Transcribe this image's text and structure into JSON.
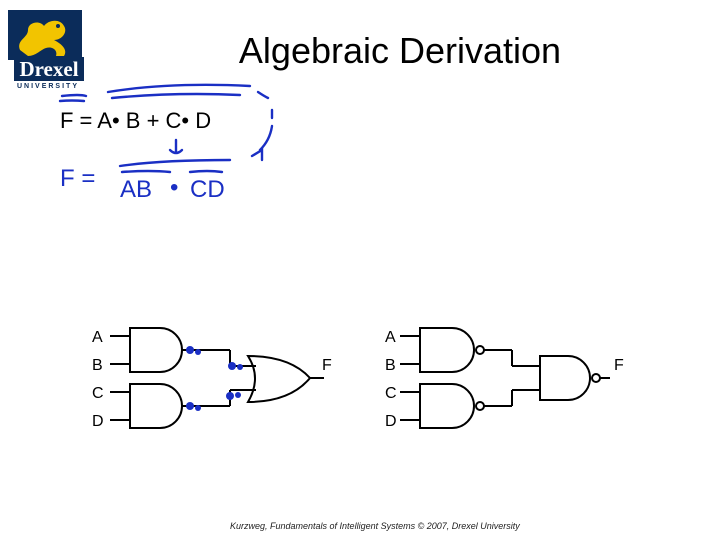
{
  "slide": {
    "title": "Algebraic Derivation",
    "equation": "F = A• B + C• D",
    "footer": "Kurzweg, Fundamentals of Intelligent Systems © 2007, Drexel University"
  },
  "logo": {
    "name": "Drexel",
    "subtitle": "UNIVERSITY",
    "primary_color": "#0b2c5a",
    "accent_color": "#f2c400"
  },
  "handwriting": {
    "lhs": "F =",
    "term1": "AB",
    "dot": "•",
    "term2": "CD",
    "color": "#1a2fc4"
  },
  "circuit_left": {
    "inputs": [
      "A",
      "B",
      "C",
      "D"
    ],
    "output": "F"
  },
  "circuit_right": {
    "inputs": [
      "A",
      "B",
      "C",
      "D"
    ],
    "output": "F"
  }
}
